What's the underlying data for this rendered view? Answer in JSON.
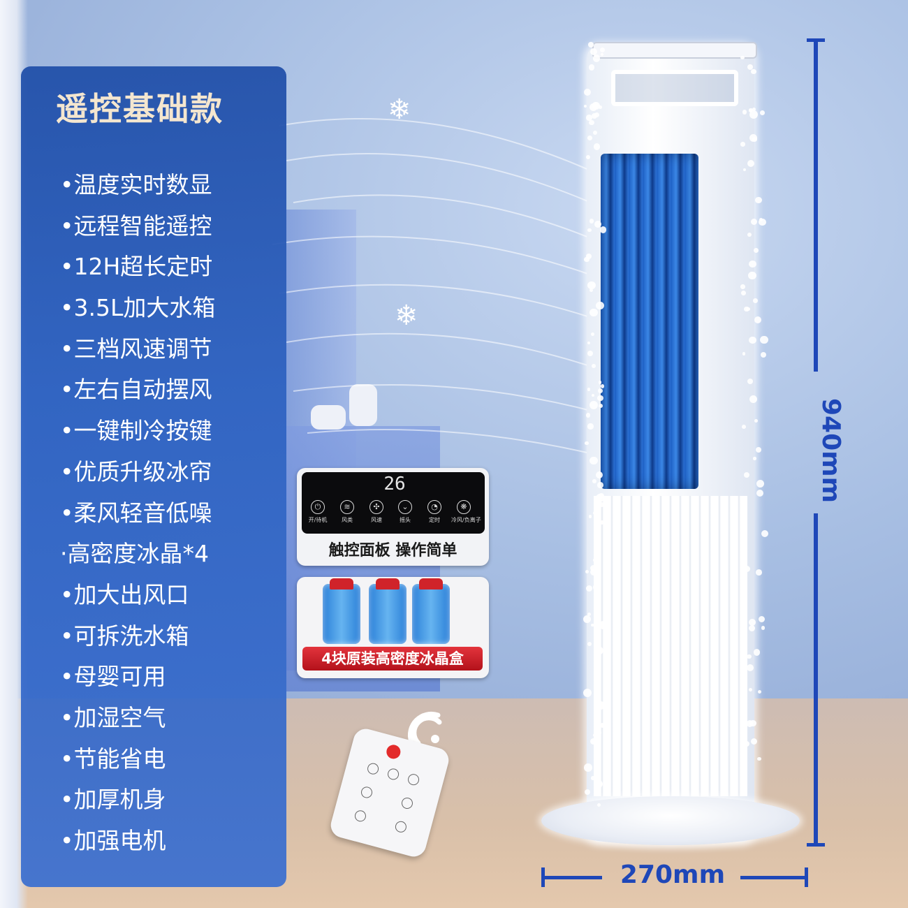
{
  "panel": {
    "title": "遥控基础款",
    "features": [
      "•温度实时数显",
      "•远程智能遥控",
      "•12H超长定时",
      "•3.5L加大水箱",
      "•三档风速调节",
      "•左右自动摆风",
      "•一键制冷按键",
      "•优质升级冰帘",
      "•柔风轻音低噪",
      "·高密度冰晶*4",
      "•加大出风口",
      "•可拆洗水箱",
      "•母婴可用",
      "•加湿空气",
      "•节能省电",
      "•加厚机身",
      "•加强电机"
    ]
  },
  "dimensions": {
    "height_label": "940mm",
    "width_label": "270mm"
  },
  "control_panel": {
    "temperature": "26",
    "caption": "触控面板 操作简单",
    "buttons": [
      "开/待机",
      "风类",
      "风速",
      "摇头",
      "定时",
      "冷风/负离子"
    ]
  },
  "ice_pack": {
    "caption": "4块原装高密度冰晶盒"
  },
  "colors": {
    "panel_blue": "#2a5fc0",
    "title_cream": "#f4e6cf",
    "dimension_blue": "#1e47b8",
    "badge_red": "#d0232a"
  }
}
